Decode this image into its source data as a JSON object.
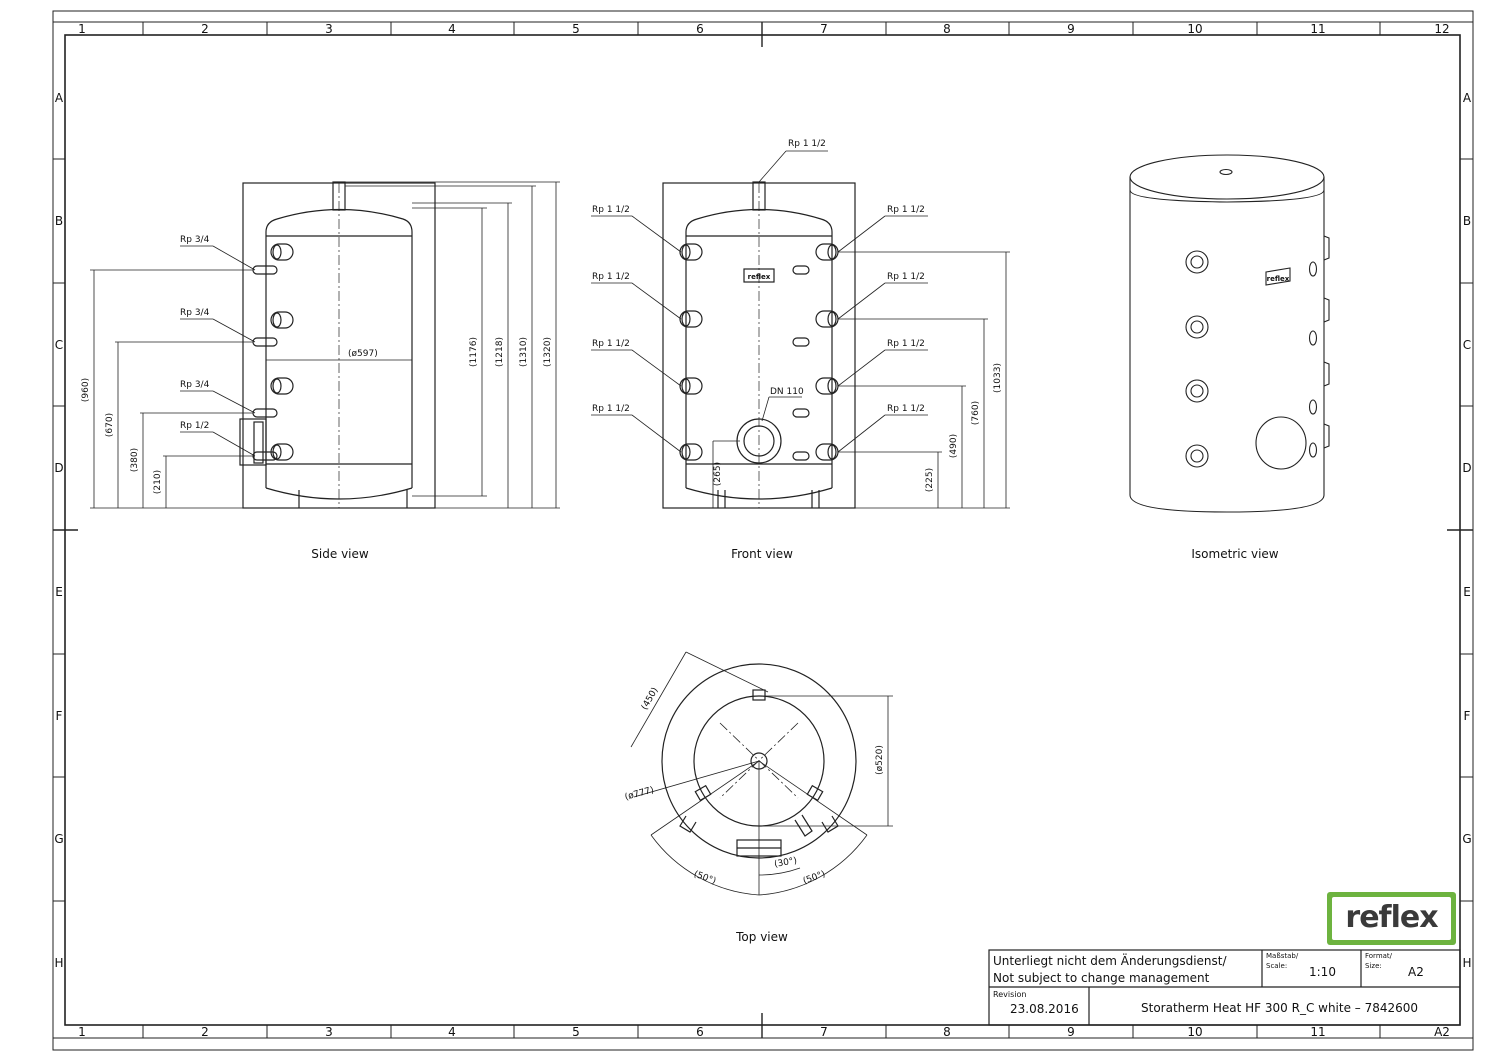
{
  "grid": {
    "columns": [
      "1",
      "2",
      "3",
      "4",
      "5",
      "6",
      "7",
      "8",
      "9",
      "10",
      "11",
      "12"
    ],
    "rows": [
      "A",
      "B",
      "C",
      "D",
      "E",
      "F",
      "G",
      "H"
    ],
    "corner_label": "A2"
  },
  "views": {
    "side": "Side view",
    "front": "Front view",
    "isometric": "Isometric view",
    "top": "Top view"
  },
  "side_view": {
    "connections": [
      "Rp 3/4",
      "Rp 3/4",
      "Rp 3/4",
      "Rp 1/2"
    ],
    "heights_left": [
      "(960)",
      "(670)",
      "(380)",
      "(210)"
    ],
    "heights_right": [
      "(1176)",
      "(1218)",
      "(1310)",
      "(1320)"
    ],
    "diameter": "(ø597)"
  },
  "front_view": {
    "top_connection": "Rp 1 1/2",
    "left_connections": [
      "Rp 1 1/2",
      "Rp 1 1/2",
      "Rp 1 1/2",
      "Rp 1 1/2"
    ],
    "right_connections": [
      "Rp 1 1/2",
      "Rp 1 1/2",
      "Rp 1 1/2",
      "Rp 1 1/2"
    ],
    "flange": "DN 110",
    "height_left": "(265)",
    "heights_right": [
      "(225)",
      "(490)",
      "(760)",
      "(1033)"
    ],
    "badge": "reflex"
  },
  "isometric_view": {
    "badge": "reflex"
  },
  "top_view": {
    "dims": [
      "(450)",
      "(ø520)",
      "(ø777)",
      "(50°)",
      "(30°)",
      "(50°)"
    ]
  },
  "title_block": {
    "note_de": "Unterliegt nicht dem Änderungsdienst/",
    "note_en": "Not subject to change management",
    "scale_label": "Maßstab/",
    "scale_label2": "Scale:",
    "scale_value": "1:10",
    "format_label": "Format/",
    "format_label2": "Size:",
    "format_value": "A2",
    "revision_label": "Revision",
    "revision_date": "23.08.2016",
    "drawing_title": "Storatherm Heat HF 300 R_C white – 7842600"
  },
  "logo": {
    "text": "reflex",
    "color": "#6db33f"
  }
}
